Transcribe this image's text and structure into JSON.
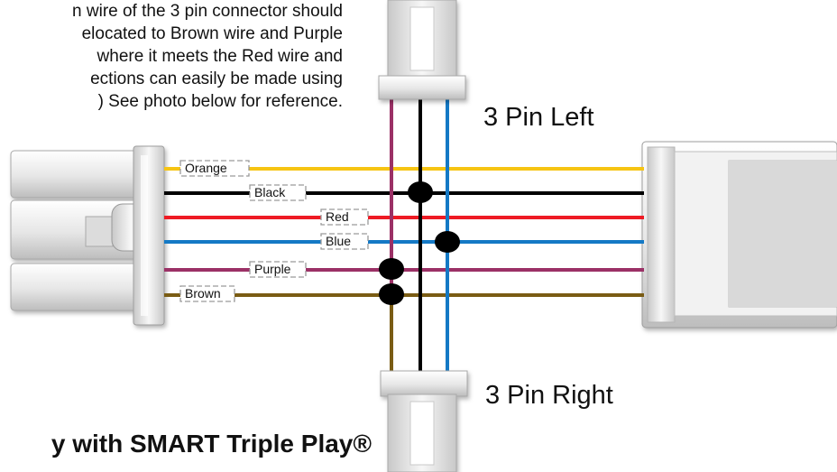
{
  "note": {
    "lines": [
      "n wire of the 3 pin connector should",
      "elocated to Brown wire and Purple",
      "where it meets the Red wire and",
      "ections can easily be made using",
      ") See photo below for reference."
    ]
  },
  "pin_labels": {
    "top": "3 Pin Left",
    "bottom": "3 Pin Right"
  },
  "heading": "y with SMART Triple Play®",
  "wires": [
    {
      "label": "Orange",
      "color": "#F6C413"
    },
    {
      "label": "Black",
      "color": "#000000"
    },
    {
      "label": "Red",
      "color": "#EE1B24"
    },
    {
      "label": "Blue",
      "color": "#1479C5"
    },
    {
      "label": "Purple",
      "color": "#9B3166"
    },
    {
      "label": "Brown",
      "color": "#7A5C14"
    }
  ],
  "vertical_wires": [
    {
      "color": "#9B3166"
    },
    {
      "color": "#000000"
    },
    {
      "color": "#1479C5"
    }
  ]
}
